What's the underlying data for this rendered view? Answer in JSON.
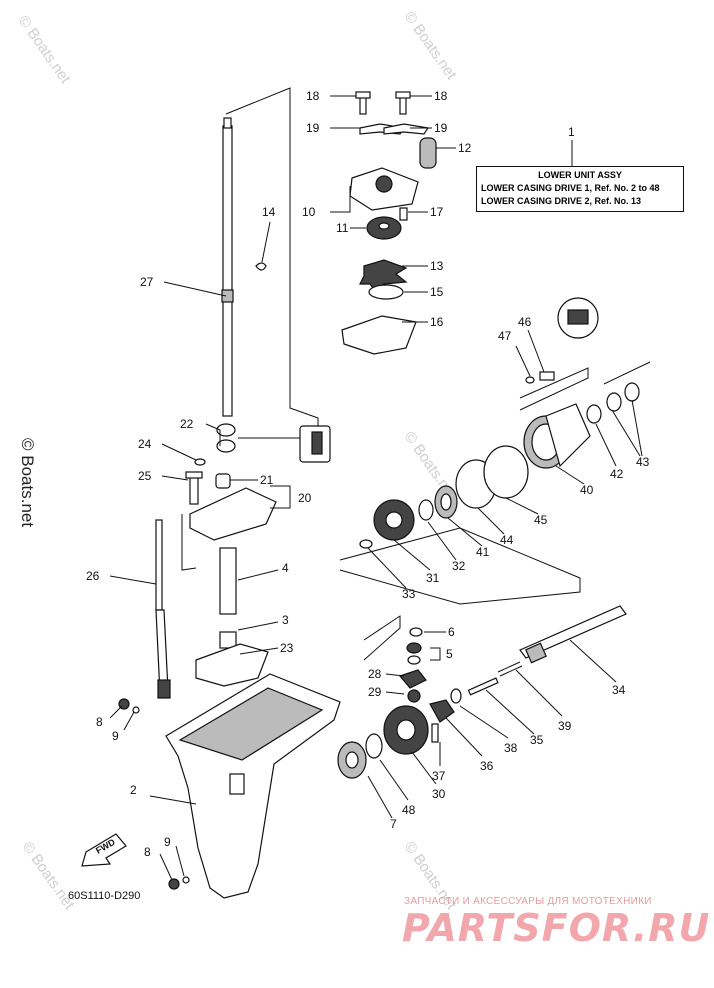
{
  "title_box": {
    "callout": "1",
    "heading": "LOWER UNIT ASSY",
    "line1": "LOWER CASING DRIVE 1,  Ref. No. 2 to 48",
    "line2": "LOWER CASING DRIVE 2,  Ref. No. 13"
  },
  "diagram_code": "60S1110-D290",
  "watermark": {
    "side_text": "© Boats.net",
    "faint_text": "© Boats.net"
  },
  "shop": {
    "tagline": "ЗАПЧАСТИ И АКСЕССУАРЫ ДЛЯ МОТОТЕХНИКИ",
    "brand": "PARTSFOR.RU"
  },
  "fwd_label": "FWD",
  "callouts": [
    "1",
    "2",
    "3",
    "4",
    "5",
    "6",
    "7",
    "8",
    "8",
    "9",
    "9",
    "10",
    "11",
    "12",
    "13",
    "14",
    "15",
    "16",
    "17",
    "18",
    "18",
    "19",
    "19",
    "20",
    "21",
    "22",
    "23",
    "24",
    "25",
    "26",
    "27",
    "28",
    "29",
    "30",
    "31",
    "32",
    "33",
    "34",
    "35",
    "36",
    "37",
    "38",
    "39",
    "40",
    "41",
    "42",
    "43",
    "44",
    "45",
    "46",
    "47",
    "48"
  ]
}
